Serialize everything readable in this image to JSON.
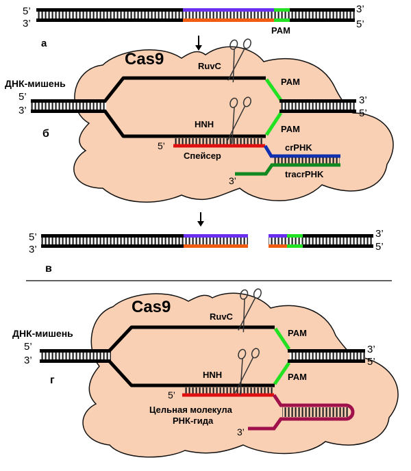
{
  "colors": {
    "protein": "#f9d0b4",
    "dna": "#000000",
    "target_strand_top": "#6a2ff0",
    "target_strand_bottom": "#f25c10",
    "pam": "#22e022",
    "spacer": "#e01010",
    "crrna": "#1030b0",
    "tracrrna": "#108a20",
    "sgrna": "#a0104a"
  },
  "panel_a": {
    "label": "а",
    "top_left": "5’",
    "bottom_left": "3’",
    "top_right": "3’",
    "bottom_right": "5’",
    "pam": "PAM"
  },
  "panel_b": {
    "label": "б",
    "protein": "Cas9",
    "target_dna": "ДНК-мишень",
    "left_top": "5’",
    "left_bottom": "3’",
    "right_top": "3’",
    "right_bottom": "5’",
    "ruvc": "RuvC",
    "hnh": "HNH",
    "pam_top": "PAM",
    "pam_bottom": "PAM",
    "spacer_5": "5’",
    "spacer": "Спейсер",
    "crrna": "crPHK",
    "tracrrna": "tracrPHK",
    "tracr_3": "3’"
  },
  "panel_v": {
    "label": "в",
    "top_left": "5’",
    "bottom_left": "3’",
    "top_right": "3’",
    "bottom_right": "5’"
  },
  "panel_g": {
    "label": "г",
    "protein": "Cas9",
    "target_dna": "ДНК-мишень",
    "left_top": "5’",
    "left_bottom": "3’",
    "right_top": "3’",
    "right_bottom": "5’",
    "ruvc": "RuvC",
    "hnh": "HNH",
    "pam_top": "PAM",
    "pam_bottom": "PAM",
    "guide_5": "5’",
    "guide_line1": "Цельная молекула",
    "guide_line2": "РНК-гида",
    "guide_3": "3’"
  }
}
